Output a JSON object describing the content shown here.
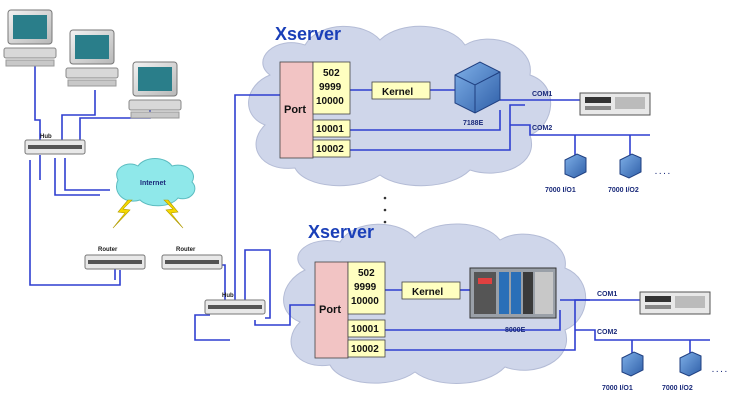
{
  "top_server": {
    "title": "Xserver",
    "port_label": "Port",
    "ports_upper": [
      "502",
      "9999",
      "10000"
    ],
    "ports_lower": [
      "10001",
      "10002"
    ],
    "kernel_label": "Kernel",
    "device_label": "7188E",
    "com1": "COM1",
    "com2": "COM2",
    "module_a": "7000 I/O1",
    "module_b": "7000 I/O2",
    "ellipsis": "· · · ·"
  },
  "bottom_server": {
    "title": "Xserver",
    "port_label": "Port",
    "ports_upper": [
      "502",
      "9999",
      "10000"
    ],
    "ports_lower": [
      "10001",
      "10002"
    ],
    "kernel_label": "Kernel",
    "device_label": "8000E",
    "com1": "COM1",
    "com2": "COM2",
    "module_a": "7000 I/O1",
    "module_b": "7000 I/O2",
    "ellipsis": "· · · ·"
  },
  "network": {
    "internet_label": "Internet",
    "hub_label": "Hub",
    "hub2_label": "Hub",
    "router1_label": "Router",
    "router2_label": "Router"
  },
  "colors": {
    "cable": "#2f3fd0",
    "cloud": "#cfd6ea",
    "port_box": "#f2c4c4",
    "port_number_box": "#ffffc0",
    "kernel_box": "#ffffc0",
    "internet_cloud": "#8fe8ea",
    "title": "#1a3fb8"
  },
  "icons": [
    "computer-icon",
    "hub-icon",
    "router-icon",
    "lightning-icon",
    "io-module-icon",
    "controller-icon",
    "meter-icon"
  ]
}
